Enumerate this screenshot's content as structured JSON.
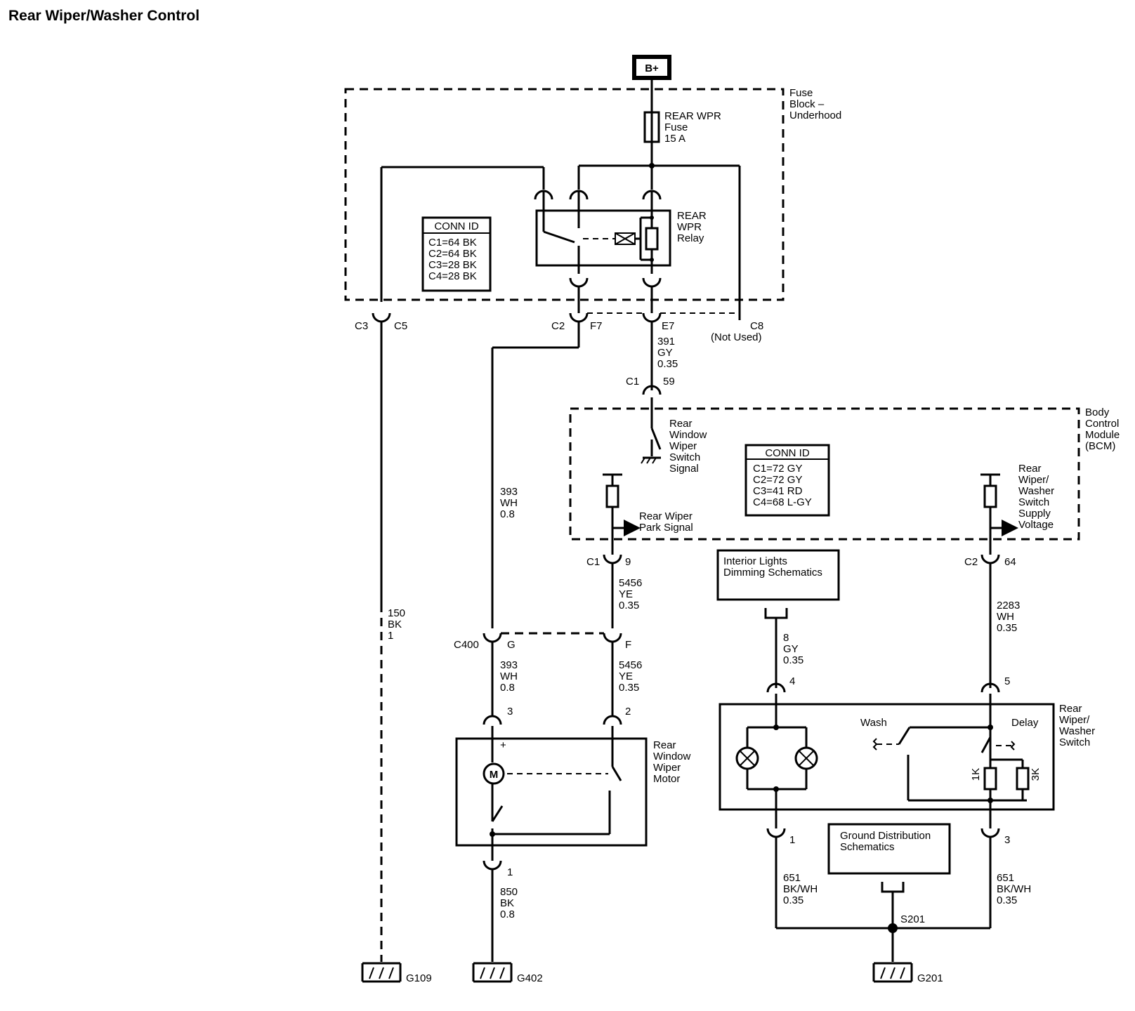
{
  "title": "Rear Wiper/Washer Control",
  "power": {
    "label": "B+"
  },
  "fuse_block": {
    "name": [
      "Fuse",
      "Block –",
      "Underhood"
    ],
    "fuse": [
      "REAR WPR",
      "Fuse",
      "15 A"
    ],
    "relay": [
      "REAR",
      "WPR",
      "Relay"
    ],
    "conn_id": {
      "heading": "CONN ID",
      "rows": [
        "C1=64 BK",
        "C2=64 BK",
        "C3=28 BK",
        "C4=28 BK"
      ]
    },
    "pins": {
      "c3": "C3",
      "c5": "C5",
      "c2": "C2",
      "f7": "F7",
      "e7": "E7",
      "c8": "C8",
      "not_used": "(Not Used)"
    }
  },
  "bcm": {
    "name": [
      "Body",
      "Control",
      "Module",
      "(BCM)"
    ],
    "conn_id": {
      "heading": "CONN ID",
      "rows": [
        "C1=72 GY",
        "C2=72 GY",
        "C3=41 RD",
        "C4=68 L-GY"
      ]
    },
    "wiper_switch_signal": [
      "Rear",
      "Window",
      "Wiper",
      "Switch",
      "Signal"
    ],
    "park_signal": [
      "Rear Wiper",
      "Park Signal"
    ],
    "supply_voltage": [
      "Rear",
      "Wiper/",
      "Washer",
      "Switch",
      "Supply",
      "Voltage"
    ],
    "pins": {
      "c1_59_conn": "C1",
      "c1_59_pin": "59",
      "c1_9_conn": "C1",
      "c1_9_pin": "9",
      "c2_64_conn": "C2",
      "c2_64_pin": "64"
    }
  },
  "wires": {
    "w391": [
      "391",
      "GY",
      "0.35"
    ],
    "w393a": [
      "393",
      "WH",
      "0.8"
    ],
    "w393b": [
      "393",
      "WH",
      "0.8"
    ],
    "w150": [
      "150",
      "BK",
      "1"
    ],
    "w5456a": [
      "5456",
      "YE",
      "0.35"
    ],
    "w5456b": [
      "5456",
      "YE",
      "0.35"
    ],
    "w850": [
      "850",
      "BK",
      "0.8"
    ],
    "w8": [
      "8",
      "GY",
      "0.35"
    ],
    "w2283": [
      "2283",
      "WH",
      "0.35"
    ],
    "w651a": [
      "651",
      "BK/WH",
      "0.35"
    ],
    "w651b": [
      "651",
      "BK/WH",
      "0.35"
    ]
  },
  "c400": {
    "label": "C400",
    "g": "G",
    "f": "F"
  },
  "motor": {
    "name": [
      "Rear",
      "Window",
      "Wiper",
      "Motor"
    ],
    "m": "M",
    "plus": "+",
    "pin3": "3",
    "pin2": "2",
    "pin1": "1"
  },
  "washer_switch": {
    "name": [
      "Rear",
      "Wiper/",
      "Washer",
      "Switch"
    ],
    "wash": "Wash",
    "delay": "Delay",
    "r1": "1K",
    "r2": "3K",
    "pin4": "4",
    "pin5": "5",
    "pin1": "1",
    "pin3": "3"
  },
  "refs": {
    "interior": [
      "Interior Lights",
      "Dimming Schematics"
    ],
    "ground": [
      "Ground Distribution",
      "Schematics"
    ]
  },
  "splice": "S201",
  "grounds": {
    "g109": "G109",
    "g402": "G402",
    "g201": "G201"
  }
}
